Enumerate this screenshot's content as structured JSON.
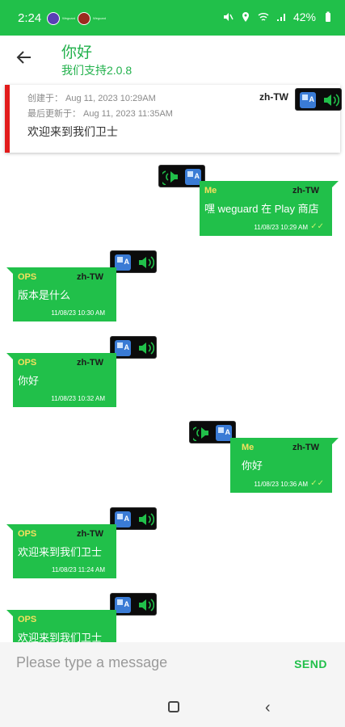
{
  "status_bar": {
    "time": "2:24",
    "battery": "42%",
    "app_label_a": "Weguard",
    "app_label_b": "Weguard"
  },
  "header": {
    "title": "你好",
    "subtitle": "我们支持2.0.8"
  },
  "info_card": {
    "created": "创建于：  Aug 11, 2023 10:29AM",
    "updated": "最后更新于：  Aug 11, 2023 11:35AM",
    "language": "zh-TW",
    "message": "欢迎来到我们卫士"
  },
  "messages": [
    {
      "sender": "Me",
      "lang": "zh-TW",
      "text": "嘿 weguard 在 Play 商店",
      "time": "11/08/23 10:29 AM",
      "outgoing": true
    },
    {
      "sender": "OPS",
      "lang": "zh-TW",
      "text": "版本是什么",
      "time": "11/08/23 10:30 AM",
      "outgoing": false
    },
    {
      "sender": "OPS",
      "lang": "zh-TW",
      "text": "你好",
      "time": "11/08/23 10:32 AM",
      "outgoing": false
    },
    {
      "sender": "Me",
      "lang": "zh-TW",
      "text": "你好",
      "time": "11/08/23 10:36 AM",
      "outgoing": true
    },
    {
      "sender": "OPS",
      "lang": "zh-TW",
      "text": "欢迎来到我们卫士",
      "time": "11/08/23 11:24 AM",
      "outgoing": false
    },
    {
      "sender": "OPS",
      "lang": "",
      "text": "欢迎来到我们卫士",
      "time": "",
      "outgoing": false
    }
  ],
  "composer": {
    "placeholder": "Please type a message",
    "send_label": "SEND"
  },
  "icons": {
    "translate": "translate-icon",
    "speaker": "speaker-icon",
    "back": "back-arrow-icon",
    "read": "double-check-icon"
  },
  "colors": {
    "accent": "#21c04a",
    "info_bar": "#e21b1b",
    "sender": "#f6e05e"
  }
}
